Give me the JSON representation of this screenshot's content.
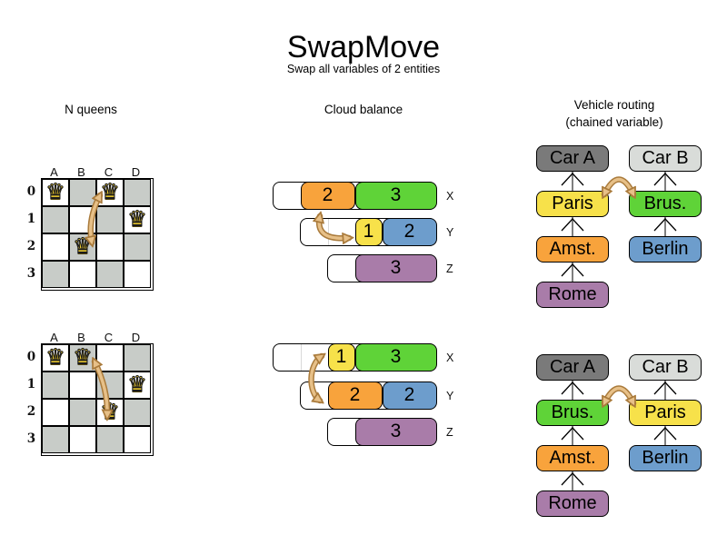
{
  "header": {
    "title": "SwapMove",
    "subtitle": "Swap all variables of 2 entities"
  },
  "columns": [
    {
      "label": "N queens"
    },
    {
      "label": "Cloud balance"
    },
    {
      "label": "Vehicle routing",
      "sublabel": "(chained variable)"
    }
  ],
  "icons": {
    "queen": "♛",
    "swap_arrow": "curved-double-arrow",
    "chain_arrow": "up-chevron-arrow"
  },
  "colors": {
    "orange": "#F8A33C",
    "green": "#5FD338",
    "yellow": "#F7E14A",
    "blue": "#6D9DCC",
    "purple": "#A97CA9",
    "car_dark": "#7A7A7A",
    "car_light": "#D9DCD9",
    "board_gray": "#C8CCC8",
    "arrow_fill": "#E7C088",
    "arrow_outline": "#AA7B3C",
    "chain_line": "#7F7F7F"
  },
  "nqueens": {
    "column_labels": [
      "A",
      "B",
      "C",
      "D"
    ],
    "row_labels": [
      "0",
      "1",
      "2",
      "3"
    ],
    "boards": [
      {
        "state": "before",
        "queens": [
          {
            "col": 0,
            "row": 0
          },
          {
            "col": 2,
            "row": 0
          },
          {
            "col": 3,
            "row": 1
          },
          {
            "col": 1,
            "row": 2
          }
        ],
        "swap": "C0-B2"
      },
      {
        "state": "after",
        "queens": [
          {
            "col": 0,
            "row": 0
          },
          {
            "col": 1,
            "row": 0
          },
          {
            "col": 3,
            "row": 1
          },
          {
            "col": 2,
            "row": 2
          }
        ],
        "swap": "B0-C2"
      }
    ]
  },
  "cloud": {
    "groups": [
      {
        "state": "before",
        "rows": [
          {
            "label": "X",
            "capacity": 6,
            "ghost_at_unit": null,
            "segments": [
              {
                "value": "2",
                "color": "orange",
                "units": 2
              },
              {
                "value": "3",
                "color": "green",
                "units": 3
              }
            ]
          },
          {
            "label": "Y",
            "capacity": 5,
            "ghost_at_unit": 1,
            "segments": [
              {
                "value": "1",
                "color": "yellow",
                "units": 1
              },
              {
                "value": "2",
                "color": "blue",
                "units": 2
              }
            ]
          },
          {
            "label": "Z",
            "capacity": 4,
            "ghost_at_unit": null,
            "segments": [
              {
                "value": "3",
                "color": "purple",
                "units": 3
              }
            ]
          }
        ]
      },
      {
        "state": "after",
        "rows": [
          {
            "label": "X",
            "capacity": 6,
            "ghost_at_unit": 1,
            "segments": [
              {
                "value": "1",
                "color": "yellow",
                "units": 1
              },
              {
                "value": "3",
                "color": "green",
                "units": 3
              }
            ]
          },
          {
            "label": "Y",
            "capacity": 5,
            "ghost_at_unit": null,
            "segments": [
              {
                "value": "2",
                "color": "orange",
                "units": 2
              },
              {
                "value": "2",
                "color": "blue",
                "units": 2
              }
            ]
          },
          {
            "label": "Z",
            "capacity": 4,
            "ghost_at_unit": null,
            "segments": [
              {
                "value": "3",
                "color": "purple",
                "units": 3
              }
            ]
          }
        ]
      }
    ]
  },
  "vehicle_routing": {
    "states": [
      {
        "state": "before",
        "chains": [
          {
            "boxes": [
              {
                "label": "Car A",
                "color": "car_dark"
              },
              {
                "label": "Paris",
                "color": "yellow"
              },
              {
                "label": "Amst.",
                "color": "orange"
              },
              {
                "label": "Rome",
                "color": "purple"
              }
            ]
          },
          {
            "boxes": [
              {
                "label": "Car B",
                "color": "car_light"
              },
              {
                "label": "Brus.",
                "color": "green"
              },
              {
                "label": "Berlin",
                "color": "blue"
              }
            ]
          }
        ],
        "swap": "Paris-Brus."
      },
      {
        "state": "after",
        "chains": [
          {
            "boxes": [
              {
                "label": "Car A",
                "color": "car_dark"
              },
              {
                "label": "Brus.",
                "color": "green"
              },
              {
                "label": "Amst.",
                "color": "orange"
              },
              {
                "label": "Rome",
                "color": "purple"
              }
            ]
          },
          {
            "boxes": [
              {
                "label": "Car B",
                "color": "car_light"
              },
              {
                "label": "Paris",
                "color": "yellow"
              },
              {
                "label": "Berlin",
                "color": "blue"
              }
            ]
          }
        ],
        "swap": "Brus.-Paris"
      }
    ]
  }
}
